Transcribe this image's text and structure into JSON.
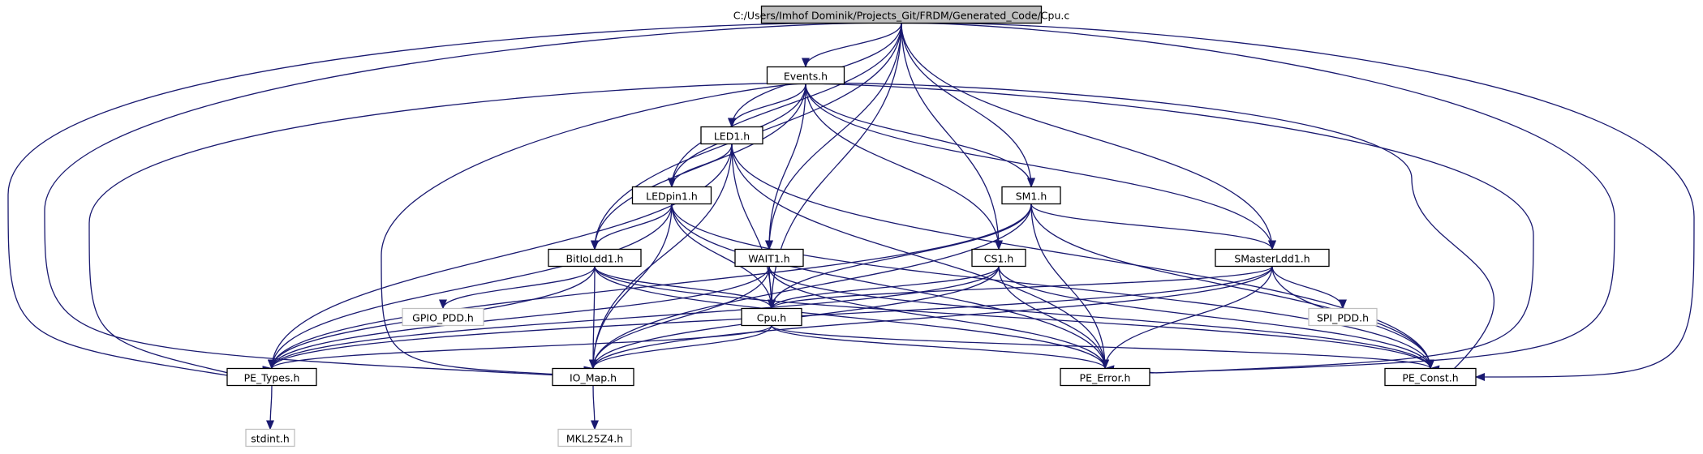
{
  "graph": {
    "nodes": [
      {
        "id": "cpu_c",
        "label": "C:/Users/Imhof Dominik/Projects_Git/FRDM/Generated_Code/Cpu.c",
        "kind": "root"
      },
      {
        "id": "events_h",
        "label": "Events.h",
        "kind": "file"
      },
      {
        "id": "led1_h",
        "label": "LED1.h",
        "kind": "file"
      },
      {
        "id": "ledpin1_h",
        "label": "LEDpin1.h",
        "kind": "file"
      },
      {
        "id": "sm1_h",
        "label": "SM1.h",
        "kind": "file"
      },
      {
        "id": "bitioldd1_h",
        "label": "BitIoLdd1.h",
        "kind": "file"
      },
      {
        "id": "wait1_h",
        "label": "WAIT1.h",
        "kind": "file"
      },
      {
        "id": "cs1_h",
        "label": "CS1.h",
        "kind": "file"
      },
      {
        "id": "smasterldd1_h",
        "label": "SMasterLdd1.h",
        "kind": "file"
      },
      {
        "id": "gpio_pdd_h",
        "label": "GPIO_PDD.h",
        "kind": "external"
      },
      {
        "id": "cpu_h",
        "label": "Cpu.h",
        "kind": "file"
      },
      {
        "id": "spi_pdd_h",
        "label": "SPI_PDD.h",
        "kind": "external"
      },
      {
        "id": "pe_types_h",
        "label": "PE_Types.h",
        "kind": "file"
      },
      {
        "id": "io_map_h",
        "label": "IO_Map.h",
        "kind": "file"
      },
      {
        "id": "pe_error_h",
        "label": "PE_Error.h",
        "kind": "file"
      },
      {
        "id": "pe_const_h",
        "label": "PE_Const.h",
        "kind": "file"
      },
      {
        "id": "stdint_h",
        "label": "stdint.h",
        "kind": "external"
      },
      {
        "id": "mkl25z4_h",
        "label": "MKL25Z4.h",
        "kind": "external"
      }
    ],
    "edges": [
      [
        "cpu_c",
        "events_h"
      ],
      [
        "cpu_c",
        "led1_h"
      ],
      [
        "cpu_c",
        "ledpin1_h"
      ],
      [
        "cpu_c",
        "bitioldd1_h"
      ],
      [
        "cpu_c",
        "wait1_h"
      ],
      [
        "cpu_c",
        "cpu_h"
      ],
      [
        "cpu_c",
        "sm1_h"
      ],
      [
        "cpu_c",
        "cs1_h"
      ],
      [
        "cpu_c",
        "smasterldd1_h"
      ],
      [
        "cpu_c",
        "pe_types_h"
      ],
      [
        "cpu_c",
        "io_map_h"
      ],
      [
        "cpu_c",
        "pe_error_h"
      ],
      [
        "cpu_c",
        "pe_const_h"
      ],
      [
        "events_h",
        "led1_h"
      ],
      [
        "events_h",
        "ledpin1_h"
      ],
      [
        "events_h",
        "bitioldd1_h"
      ],
      [
        "events_h",
        "wait1_h"
      ],
      [
        "events_h",
        "sm1_h"
      ],
      [
        "events_h",
        "cs1_h"
      ],
      [
        "events_h",
        "smasterldd1_h"
      ],
      [
        "events_h",
        "pe_types_h"
      ],
      [
        "events_h",
        "io_map_h"
      ],
      [
        "events_h",
        "pe_error_h"
      ],
      [
        "events_h",
        "pe_const_h"
      ],
      [
        "led1_h",
        "ledpin1_h"
      ],
      [
        "led1_h",
        "cpu_h"
      ],
      [
        "led1_h",
        "pe_types_h"
      ],
      [
        "led1_h",
        "io_map_h"
      ],
      [
        "led1_h",
        "pe_error_h"
      ],
      [
        "led1_h",
        "pe_const_h"
      ],
      [
        "ledpin1_h",
        "bitioldd1_h"
      ],
      [
        "ledpin1_h",
        "cpu_h"
      ],
      [
        "ledpin1_h",
        "pe_types_h"
      ],
      [
        "ledpin1_h",
        "io_map_h"
      ],
      [
        "ledpin1_h",
        "pe_error_h"
      ],
      [
        "ledpin1_h",
        "pe_const_h"
      ],
      [
        "sm1_h",
        "smasterldd1_h"
      ],
      [
        "sm1_h",
        "cpu_h"
      ],
      [
        "sm1_h",
        "pe_types_h"
      ],
      [
        "sm1_h",
        "io_map_h"
      ],
      [
        "sm1_h",
        "pe_error_h"
      ],
      [
        "sm1_h",
        "pe_const_h"
      ],
      [
        "bitioldd1_h",
        "gpio_pdd_h"
      ],
      [
        "bitioldd1_h",
        "cpu_h"
      ],
      [
        "bitioldd1_h",
        "pe_types_h"
      ],
      [
        "bitioldd1_h",
        "io_map_h"
      ],
      [
        "bitioldd1_h",
        "pe_error_h"
      ],
      [
        "bitioldd1_h",
        "pe_const_h"
      ],
      [
        "wait1_h",
        "cpu_h"
      ],
      [
        "wait1_h",
        "pe_types_h"
      ],
      [
        "wait1_h",
        "io_map_h"
      ],
      [
        "wait1_h",
        "pe_error_h"
      ],
      [
        "wait1_h",
        "pe_const_h"
      ],
      [
        "cs1_h",
        "cpu_h"
      ],
      [
        "cs1_h",
        "pe_types_h"
      ],
      [
        "cs1_h",
        "io_map_h"
      ],
      [
        "cs1_h",
        "pe_error_h"
      ],
      [
        "cs1_h",
        "pe_const_h"
      ],
      [
        "smasterldd1_h",
        "cpu_h"
      ],
      [
        "smasterldd1_h",
        "spi_pdd_h"
      ],
      [
        "smasterldd1_h",
        "pe_types_h"
      ],
      [
        "smasterldd1_h",
        "io_map_h"
      ],
      [
        "smasterldd1_h",
        "pe_error_h"
      ],
      [
        "smasterldd1_h",
        "pe_const_h"
      ],
      [
        "cpu_h",
        "pe_types_h"
      ],
      [
        "cpu_h",
        "io_map_h"
      ],
      [
        "cpu_h",
        "pe_error_h"
      ],
      [
        "cpu_h",
        "pe_const_h"
      ],
      [
        "pe_types_h",
        "stdint_h"
      ],
      [
        "io_map_h",
        "mkl25z4_h"
      ]
    ]
  },
  "colors": {
    "edge": "#191970",
    "node_border": "#000000",
    "root_fill": "#bfbfbf",
    "node_fill": "#ffffff",
    "external_border": "#bfbfbf",
    "text": "#000000"
  }
}
